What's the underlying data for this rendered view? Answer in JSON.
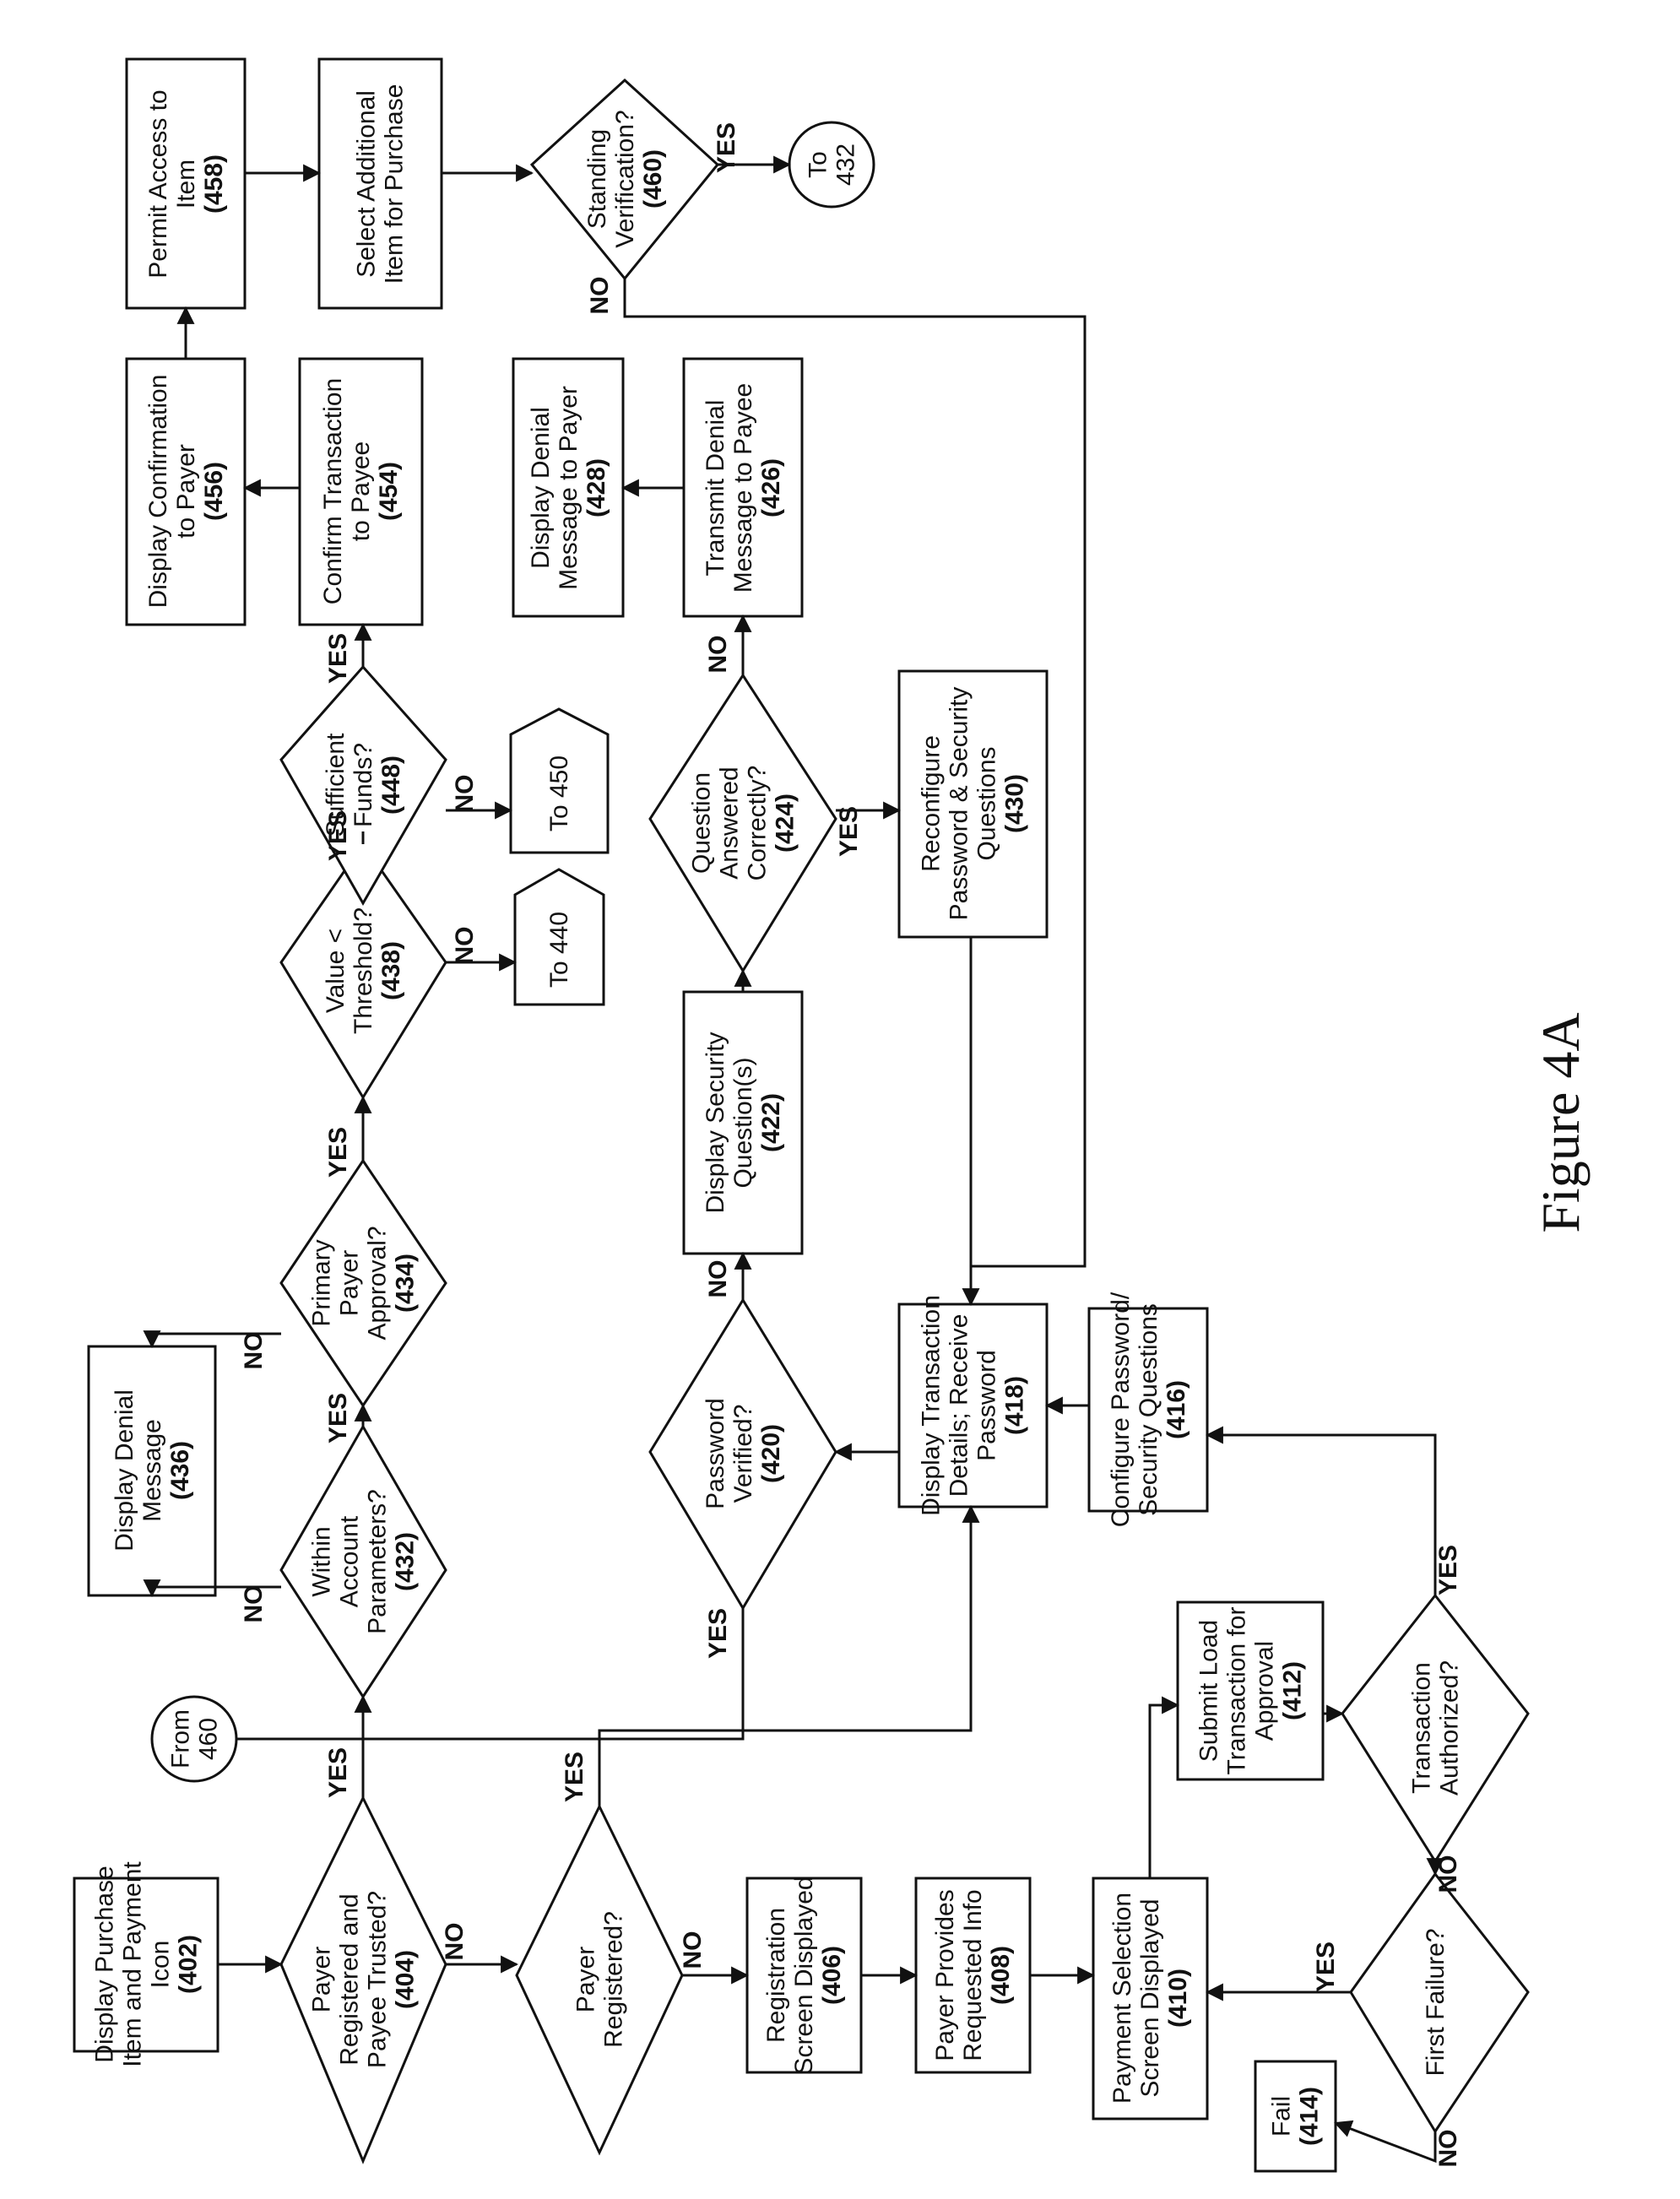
{
  "figure_caption": "Figure 4A",
  "nodes": {
    "n402": {
      "lines": [
        "Display Purchase",
        "Item and Payment",
        "Icon"
      ],
      "num": "(402)"
    },
    "n404": {
      "lines": [
        "Payer",
        "Registered and",
        "Payee Trusted?"
      ],
      "num": "(404)"
    },
    "n_payer_reg": {
      "lines": [
        "Payer",
        "Registered?"
      ],
      "num": ""
    },
    "n406": {
      "lines": [
        "Registration",
        "Screen Displayed"
      ],
      "num": "(406)"
    },
    "n408": {
      "lines": [
        "Payer Provides",
        "Requested Info"
      ],
      "num": "(408)"
    },
    "n410": {
      "lines": [
        "Payment Selection",
        "Screen Displayed"
      ],
      "num": "(410)"
    },
    "n_first_failure": {
      "lines": [
        "First Failure?"
      ],
      "num": ""
    },
    "n414": {
      "lines": [
        "Fail"
      ],
      "num": "(414)"
    },
    "n412": {
      "lines": [
        "Submit Load",
        "Transaction for",
        "Approval"
      ],
      "num": "(412)"
    },
    "n_trans_auth": {
      "lines": [
        "Transaction",
        "Authorized?"
      ],
      "num": ""
    },
    "n416": {
      "lines": [
        "Configure Password/",
        "Security Questions"
      ],
      "num": "(416)"
    },
    "n418": {
      "lines": [
        "Display Transaction",
        "Details; Receive",
        "Password"
      ],
      "num": "(418)"
    },
    "n420": {
      "lines": [
        "Password",
        "Verified?"
      ],
      "num": "(420)"
    },
    "n422": {
      "lines": [
        "Display Security",
        "Question(s)"
      ],
      "num": "(422)"
    },
    "n424": {
      "lines": [
        "Question",
        "Answered",
        "Correctly?"
      ],
      "num": "(424)"
    },
    "n430": {
      "lines": [
        "Reconfigure",
        "Password & Security",
        "Questions"
      ],
      "num": "(430)"
    },
    "n426": {
      "lines": [
        "Transmit Denial",
        "Message to Payee"
      ],
      "num": "(426)"
    },
    "n428": {
      "lines": [
        "Display Denial",
        "Message to Payer"
      ],
      "num": "(428)"
    },
    "n432": {
      "lines": [
        "Within",
        "Account",
        "Parameters?"
      ],
      "num": "(432)"
    },
    "n436": {
      "lines": [
        "Display Denial",
        "Message"
      ],
      "num": "(436)"
    },
    "n434": {
      "lines": [
        "Primary",
        "Payer",
        "Approval?"
      ],
      "num": "(434)"
    },
    "n438": {
      "lines": [
        "Value <",
        "Threshold?"
      ],
      "num": "(438)"
    },
    "n440": {
      "lines": [
        "To 440"
      ],
      "num": ""
    },
    "n448": {
      "lines": [
        "Sufficient",
        "Funds?"
      ],
      "num": "(448)"
    },
    "n450": {
      "lines": [
        "To 450"
      ],
      "num": ""
    },
    "n454": {
      "lines": [
        "Confirm Transaction",
        "to Payee"
      ],
      "num": "(454)"
    },
    "n456": {
      "lines": [
        "Display Confirmation",
        "to Payer"
      ],
      "num": "(456)"
    },
    "n458": {
      "lines": [
        "Permit Access to",
        "Item"
      ],
      "num": "(458)"
    },
    "n_select": {
      "lines": [
        "Select Additional",
        "Item for Purchase"
      ],
      "num": ""
    },
    "n460": {
      "lines": [
        "Standing",
        "Verification?"
      ],
      "num": "(460)"
    },
    "c_to432": {
      "lines": [
        "To",
        "432"
      ],
      "num": ""
    },
    "c_from460": {
      "lines": [
        "From",
        "460"
      ],
      "num": ""
    }
  },
  "edge_labels": {
    "e404_yes": "YES",
    "e404_no": "NO",
    "e_payer_yes": "YES",
    "e_payer_no": "NO",
    "e_ff_yes": "YES",
    "e_ff_no": "NO",
    "e_ta_yes": "YES",
    "e_ta_no": "NO",
    "e420_yes": "YES",
    "e420_no": "NO",
    "e424_yes": "YES",
    "e424_no": "NO",
    "e432_yes": "YES",
    "e432_no": "NO",
    "e434_yes": "YES",
    "e434_no": "NO",
    "e438_yes": "YES",
    "e438_no": "NO",
    "e448_yes": "YES",
    "e448_no": "NO",
    "e460_yes": "YES",
    "e460_no": "NO"
  }
}
